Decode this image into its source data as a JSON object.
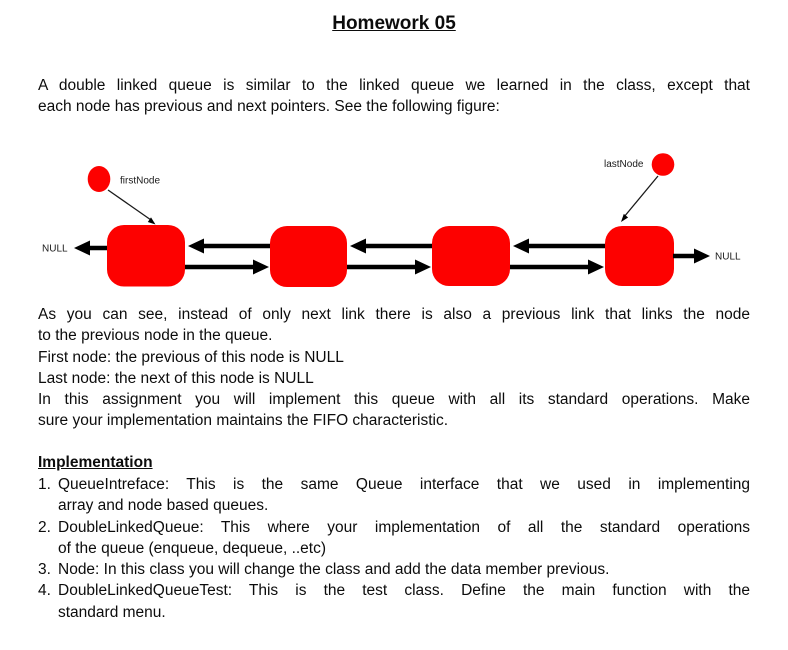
{
  "colors": {
    "node_red": "#fd0100",
    "text_black": "#0c0c0c"
  },
  "title": "Homework 05",
  "intro": {
    "lines": [
      "A double linked queue is similar to the linked queue we learned in the class, except that",
      "each node has previous and next pointers. See the following figure:"
    ]
  },
  "diagram": {
    "first_node_label": "firstNode",
    "last_node_label": "lastNode",
    "null_left": "NULL",
    "null_right": "NULL"
  },
  "body": {
    "lines": [
      "As you can see, instead of only next link there is also a previous link that links the node",
      "to the previous node in the queue.",
      "First node: the previous of this node is NULL",
      "Last node: the next of this node is NULL",
      "In this assignment you will implement this queue with all its standard operations. Make",
      "sure your implementation maintains the FIFO characteristic."
    ]
  },
  "implementation": {
    "heading": "Implementation",
    "items": [
      {
        "number": "1.",
        "lines": [
          "QueueIntreface: This is the same Queue interface that we used in implementing",
          "array and node based queues."
        ]
      },
      {
        "number": "2.",
        "lines": [
          "DoubleLinkedQueue: This where your implementation of all the standard operations",
          "of the queue (enqueue, dequeue, ..etc)"
        ]
      },
      {
        "number": "3.",
        "lines": [
          "Node: In this class you will change the class and add the data member previous."
        ]
      },
      {
        "number": "4.",
        "lines": [
          "DoubleLinkedQueueTest: This is the test class. Define the main function with the",
          "standard menu."
        ]
      }
    ]
  }
}
